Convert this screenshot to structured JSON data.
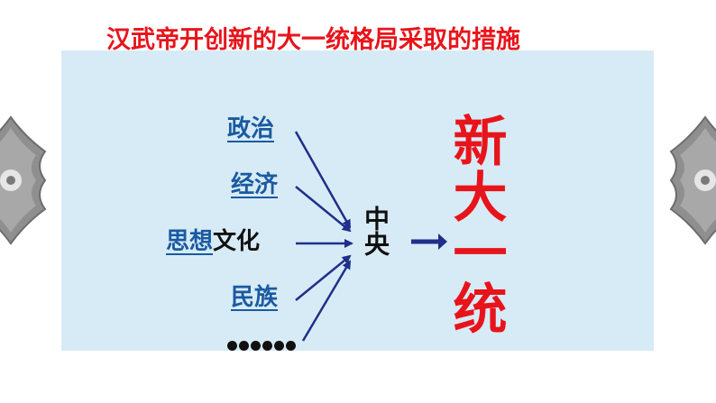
{
  "title": "汉武帝开创新的大一统格局采取的措施",
  "inputs": {
    "politics": "政治",
    "economy": "经济",
    "thought": "思想",
    "culture": "文化",
    "ethnic": "民族"
  },
  "center": "中央",
  "result": "新大一统",
  "colors": {
    "title": "#e8141b",
    "panel": "#d7ebf6",
    "link_text": "#1a5aa0",
    "arrow": "#1f2f8a",
    "result": "#e8141b"
  },
  "icons": [
    "ornament-left",
    "ornament-right"
  ]
}
